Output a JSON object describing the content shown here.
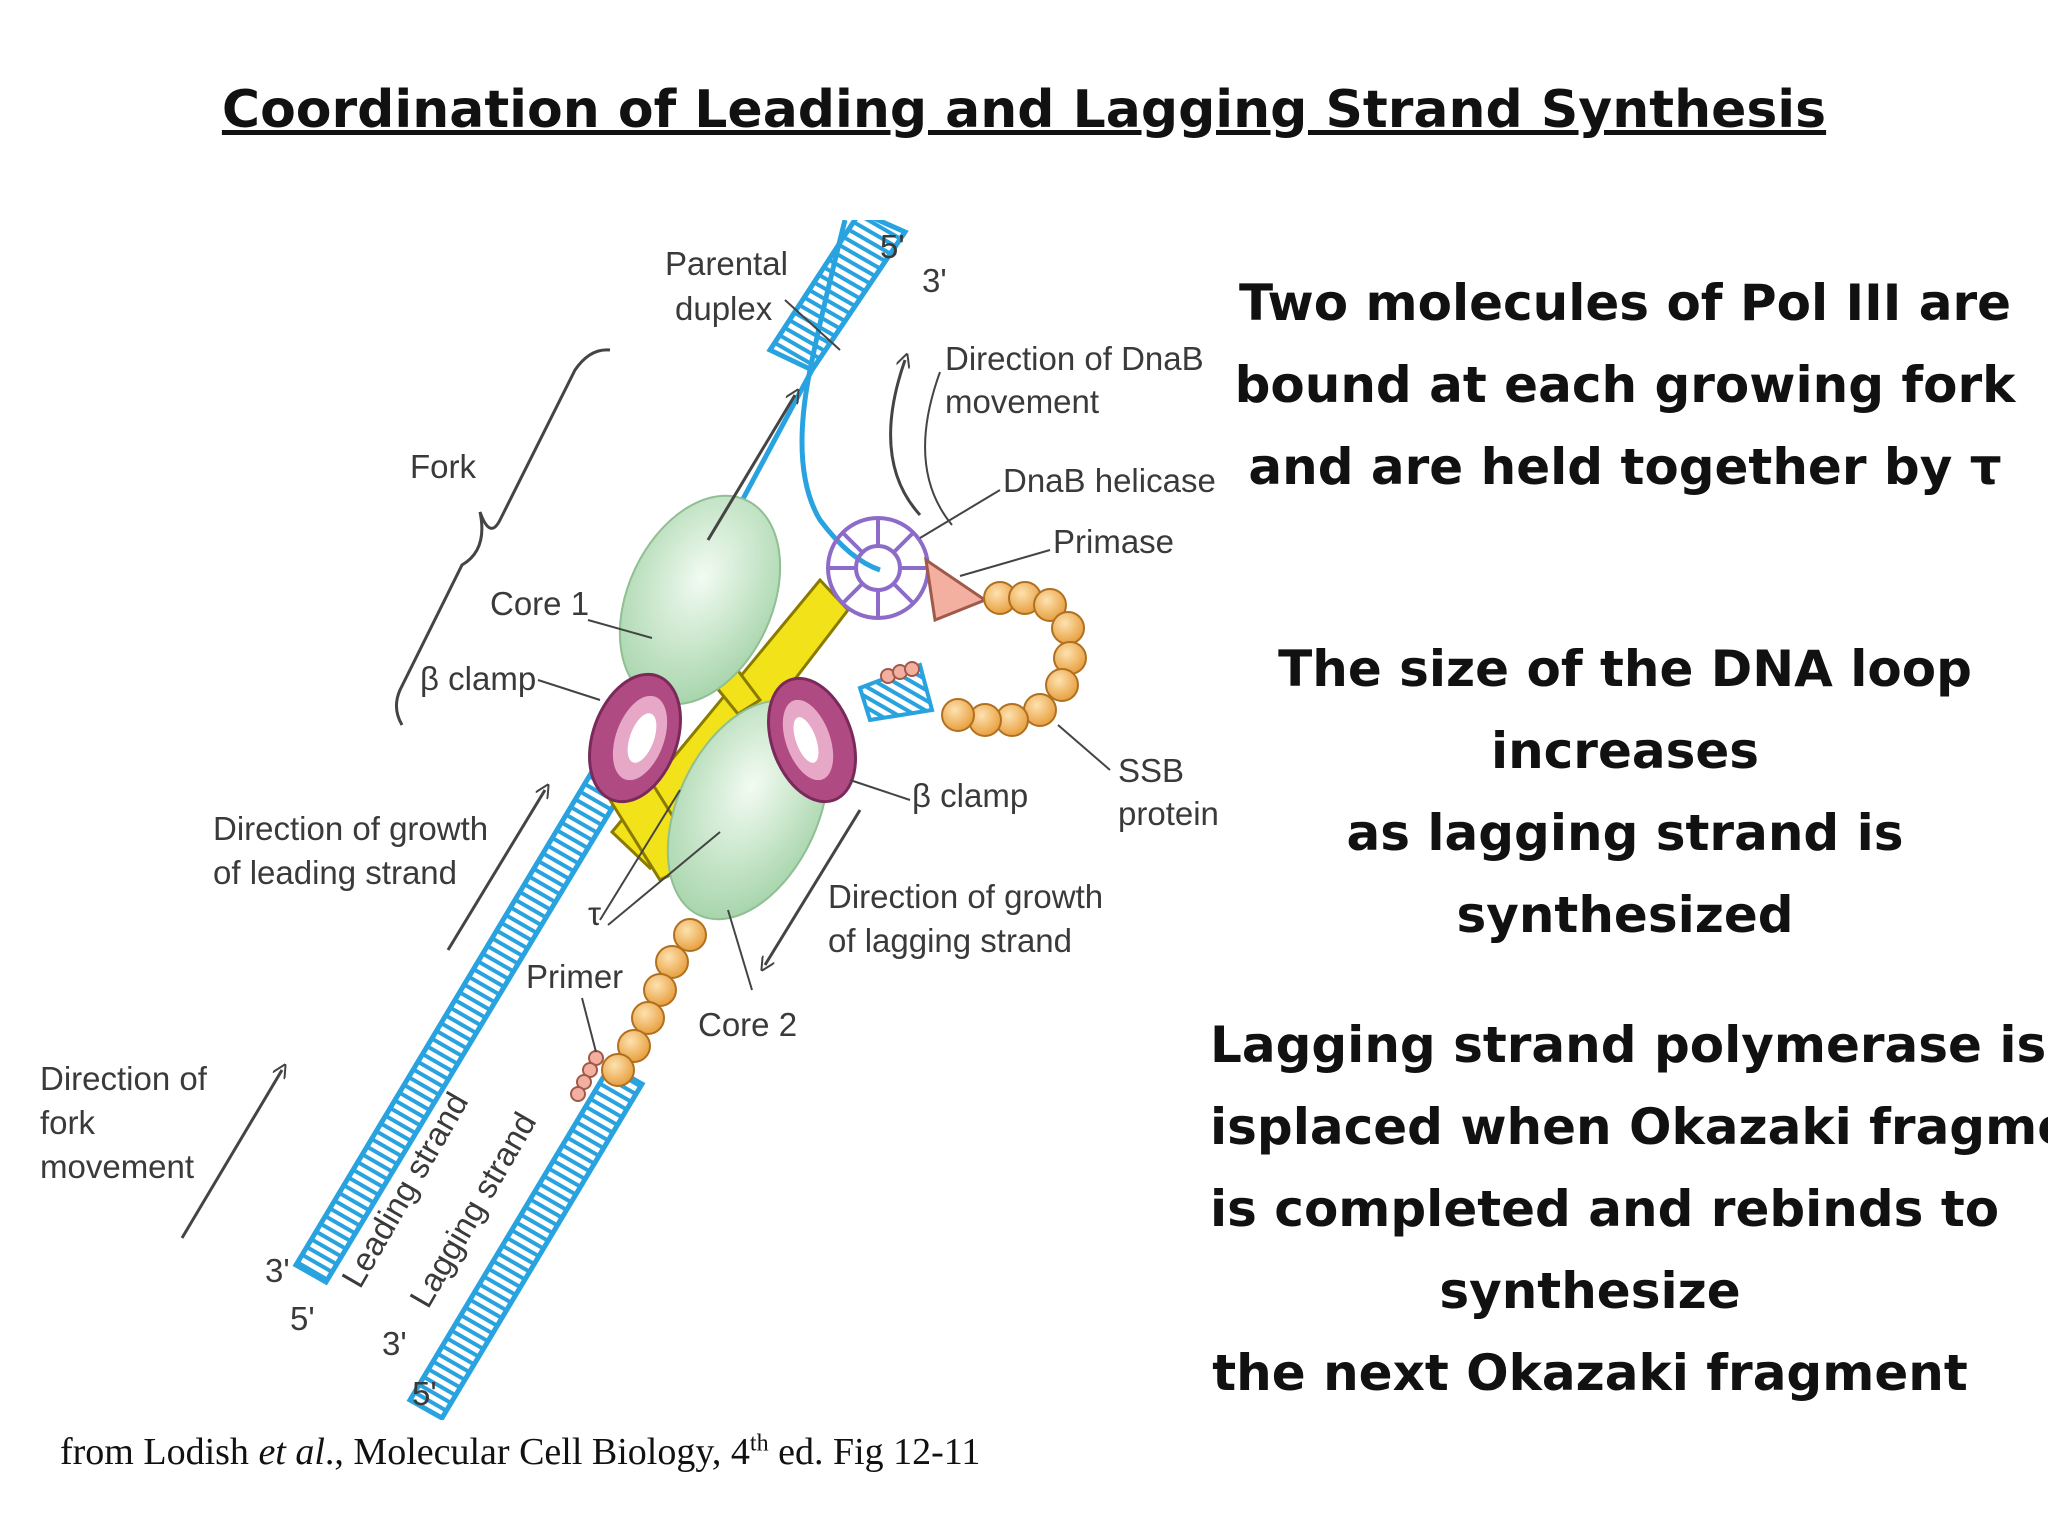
{
  "title": "Coordination of Leading and Lagging Strand Synthesis",
  "right_text": {
    "block1": [
      "Two molecules of Pol III are",
      "bound at each growing fork",
      "and are held together by τ"
    ],
    "block2": [
      "The size of the DNA loop",
      "increases",
      "as lagging strand is",
      "synthesized"
    ],
    "block3": [
      "Lagging strand polymerase is",
      "isplaced when Okazaki fragment",
      "is completed and rebinds to",
      "synthesize",
      "the next Okazaki fragment"
    ]
  },
  "citation": {
    "prefix": "from Lodish ",
    "italic": "et al",
    "middle": "., Molecular Cell Biology, 4",
    "sup": "th",
    "suffix": " ed. Fig 12-11"
  },
  "diagram": {
    "labels": {
      "parental_duplex_1": "Parental",
      "parental_duplex_2": "duplex",
      "top_5": "5'",
      "top_3": "3'",
      "dnab_dir_1": "Direction of DnaB",
      "dnab_dir_2": "movement",
      "fork": "Fork",
      "dnab_helicase": "DnaB helicase",
      "primase": "Primase",
      "core1": "Core 1",
      "beta_clamp_left": "β clamp",
      "beta_clamp_right": "β clamp",
      "ssb_1": "SSB",
      "ssb_2": "protein",
      "lead_growth_1": "Direction of growth",
      "lead_growth_2": "of leading strand",
      "tau": "τ",
      "lag_growth_1": "Direction of growth",
      "lag_growth_2": "of lagging strand",
      "primer": "Primer",
      "core2": "Core 2",
      "fork_move_1": "Direction of",
      "fork_move_2": "fork",
      "fork_move_3": "movement",
      "leading_strand": "Leading strand",
      "lagging_strand": "Lagging strand",
      "lead_3": "3'",
      "lead_5": "5'",
      "lag_3": "3'",
      "lag_5": "5'"
    },
    "colors": {
      "dna": "#29a3e0",
      "core": "#cfe8cf",
      "clamp": "#b04a82",
      "tau": "#f0e000",
      "ssb": "#f5b85c",
      "primase": "#f3b0a0",
      "helicase": "#8c6cc8"
    }
  }
}
